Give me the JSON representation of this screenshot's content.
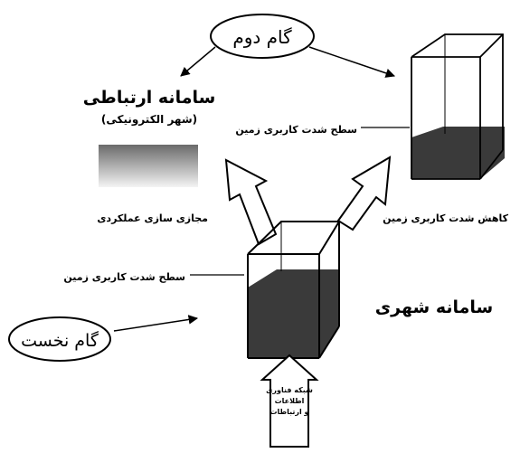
{
  "colors": {
    "ink": "#000000",
    "fill_dark": "#3a3a3a",
    "gradient_top": "#6a6a6a",
    "gradient_bottom": "#f4f4f4",
    "background": "#ffffff"
  },
  "step_two": {
    "label": "گام دوم"
  },
  "step_one": {
    "label": "گام نخست"
  },
  "communication_system": {
    "title": "سامانه ارتباطی",
    "subtitle": "(شهر الکترونیکی)"
  },
  "urban_system": {
    "title": "سامانه شهری"
  },
  "labels": {
    "land_use_level_top": "سطح شدت کاربری زمین",
    "land_use_level_main": "سطح شدت کاربری زمین",
    "functional_virtualization": "مجازی سازی عملکردی",
    "land_use_reduction": "کاهش شدت کاربری زمین"
  },
  "network_arrow": {
    "line1": "شبکه فناوری",
    "line2": "اطلاعات",
    "line3": "و ارتباطات"
  }
}
